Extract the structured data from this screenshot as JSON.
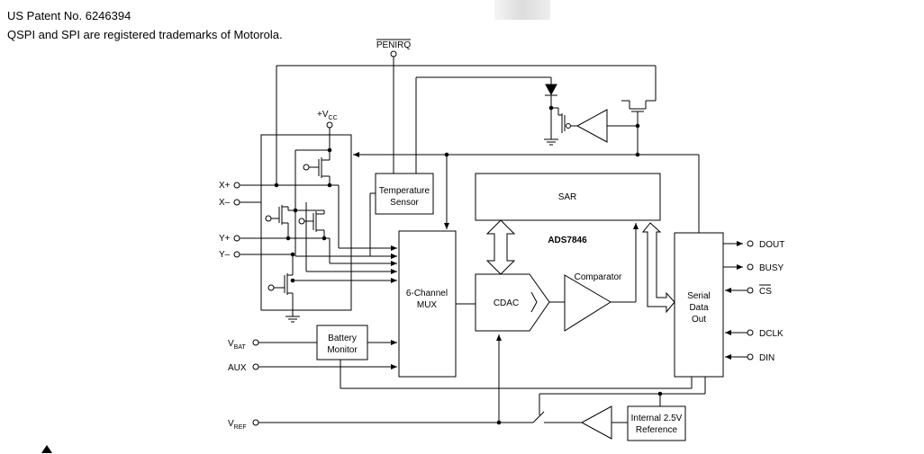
{
  "header": {
    "patent": "US Patent No. 6246394",
    "trademark": "QSPI and SPI are registered trademarks of Motorola."
  },
  "diagram": {
    "chip_name": "ADS7846",
    "pins": {
      "penirq": "PENIRQ",
      "vcc_prefix": "+V",
      "vcc_sub": "CC",
      "x_plus": "X+",
      "x_minus": "X–",
      "y_plus": "Y+",
      "y_minus": "Y–",
      "vbat_main": "V",
      "vbat_sub": "BAT",
      "aux": "AUX",
      "vref_main": "V",
      "vref_sub": "REF",
      "dout": "DOUT",
      "busy": "BUSY",
      "cs": "CS",
      "dclk": "DCLK",
      "din": "DIN"
    },
    "blocks": {
      "temp_line1": "Temperature",
      "temp_line2": "Sensor",
      "sar": "SAR",
      "mux_line1": "6-Channel",
      "mux_line2": "MUX",
      "cdac": "CDAC",
      "comparator": "Comparator",
      "serial_line1": "Serial",
      "serial_line2": "Data",
      "serial_line3": "Out",
      "battery_line1": "Battery",
      "battery_line2": "Monitor",
      "ref_line1": "Internal 2.5V",
      "ref_line2": "Reference"
    }
  }
}
